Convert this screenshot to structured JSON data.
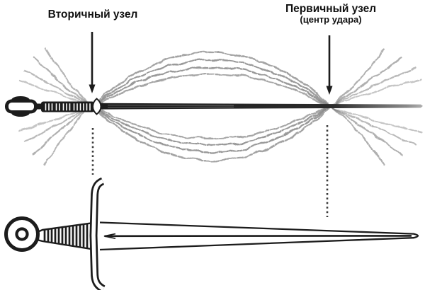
{
  "labels": {
    "secondary_node": "Вторичный узел",
    "primary_node": "Первичный узел",
    "primary_node_sub": "(центр удара)"
  },
  "colors": {
    "ink": "#1c1c1c",
    "wave": "#7f7f7f",
    "dotted": "#3a3a3a",
    "background": "#ffffff"
  }
}
